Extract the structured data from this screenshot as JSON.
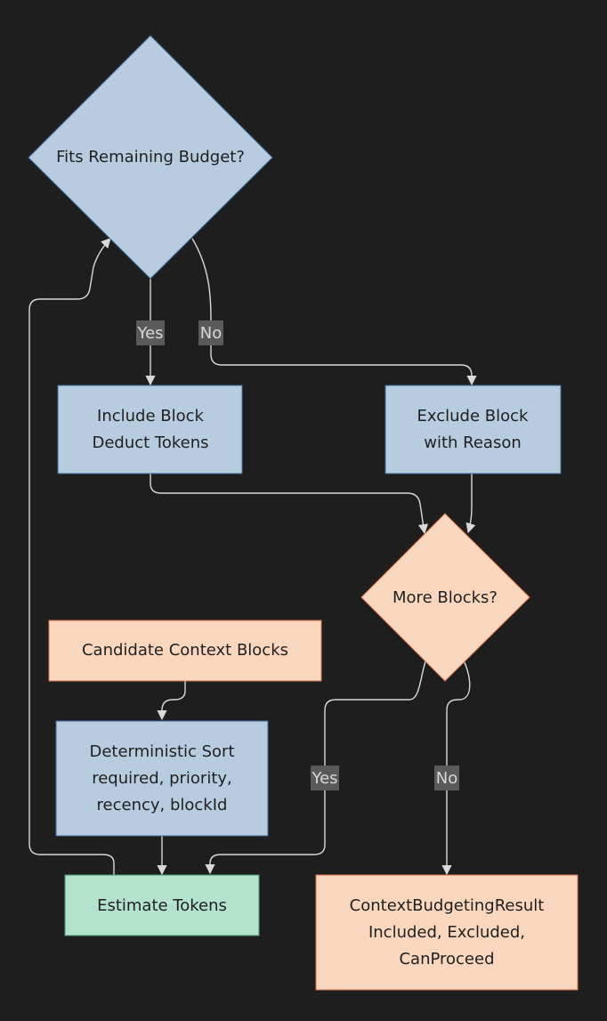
{
  "colors": {
    "background": "#1e1e1e",
    "blue_fill": "#b8cce0",
    "blue_stroke": "#3f6b9a",
    "orange_fill": "#f9d7bf",
    "orange_stroke": "#d9744a",
    "green_fill": "#b3e3cd",
    "green_stroke": "#4a9a6f",
    "edge": "#d9d9d9",
    "edge_label_bg": "#5a5a5a"
  },
  "nodes": {
    "fits_budget": {
      "lines": [
        "Fits Remaining Budget?"
      ]
    },
    "include_block": {
      "lines": [
        "Include Block",
        "Deduct Tokens"
      ]
    },
    "exclude_block": {
      "lines": [
        "Exclude Block",
        "with Reason"
      ]
    },
    "more_blocks": {
      "lines": [
        "More Blocks?"
      ]
    },
    "candidate_blocks": {
      "lines": [
        "Candidate Context Blocks"
      ]
    },
    "deterministic_sort": {
      "lines": [
        "Deterministic Sort",
        "required, priority,",
        "recency, blockId"
      ]
    },
    "estimate_tokens": {
      "lines": [
        "Estimate Tokens"
      ]
    },
    "result": {
      "lines": [
        "ContextBudgetingResult",
        "Included, Excluded,",
        "CanProceed"
      ]
    }
  },
  "edge_labels": {
    "fits_yes": "Yes",
    "fits_no": "No",
    "more_yes": "Yes",
    "more_no": "No"
  }
}
